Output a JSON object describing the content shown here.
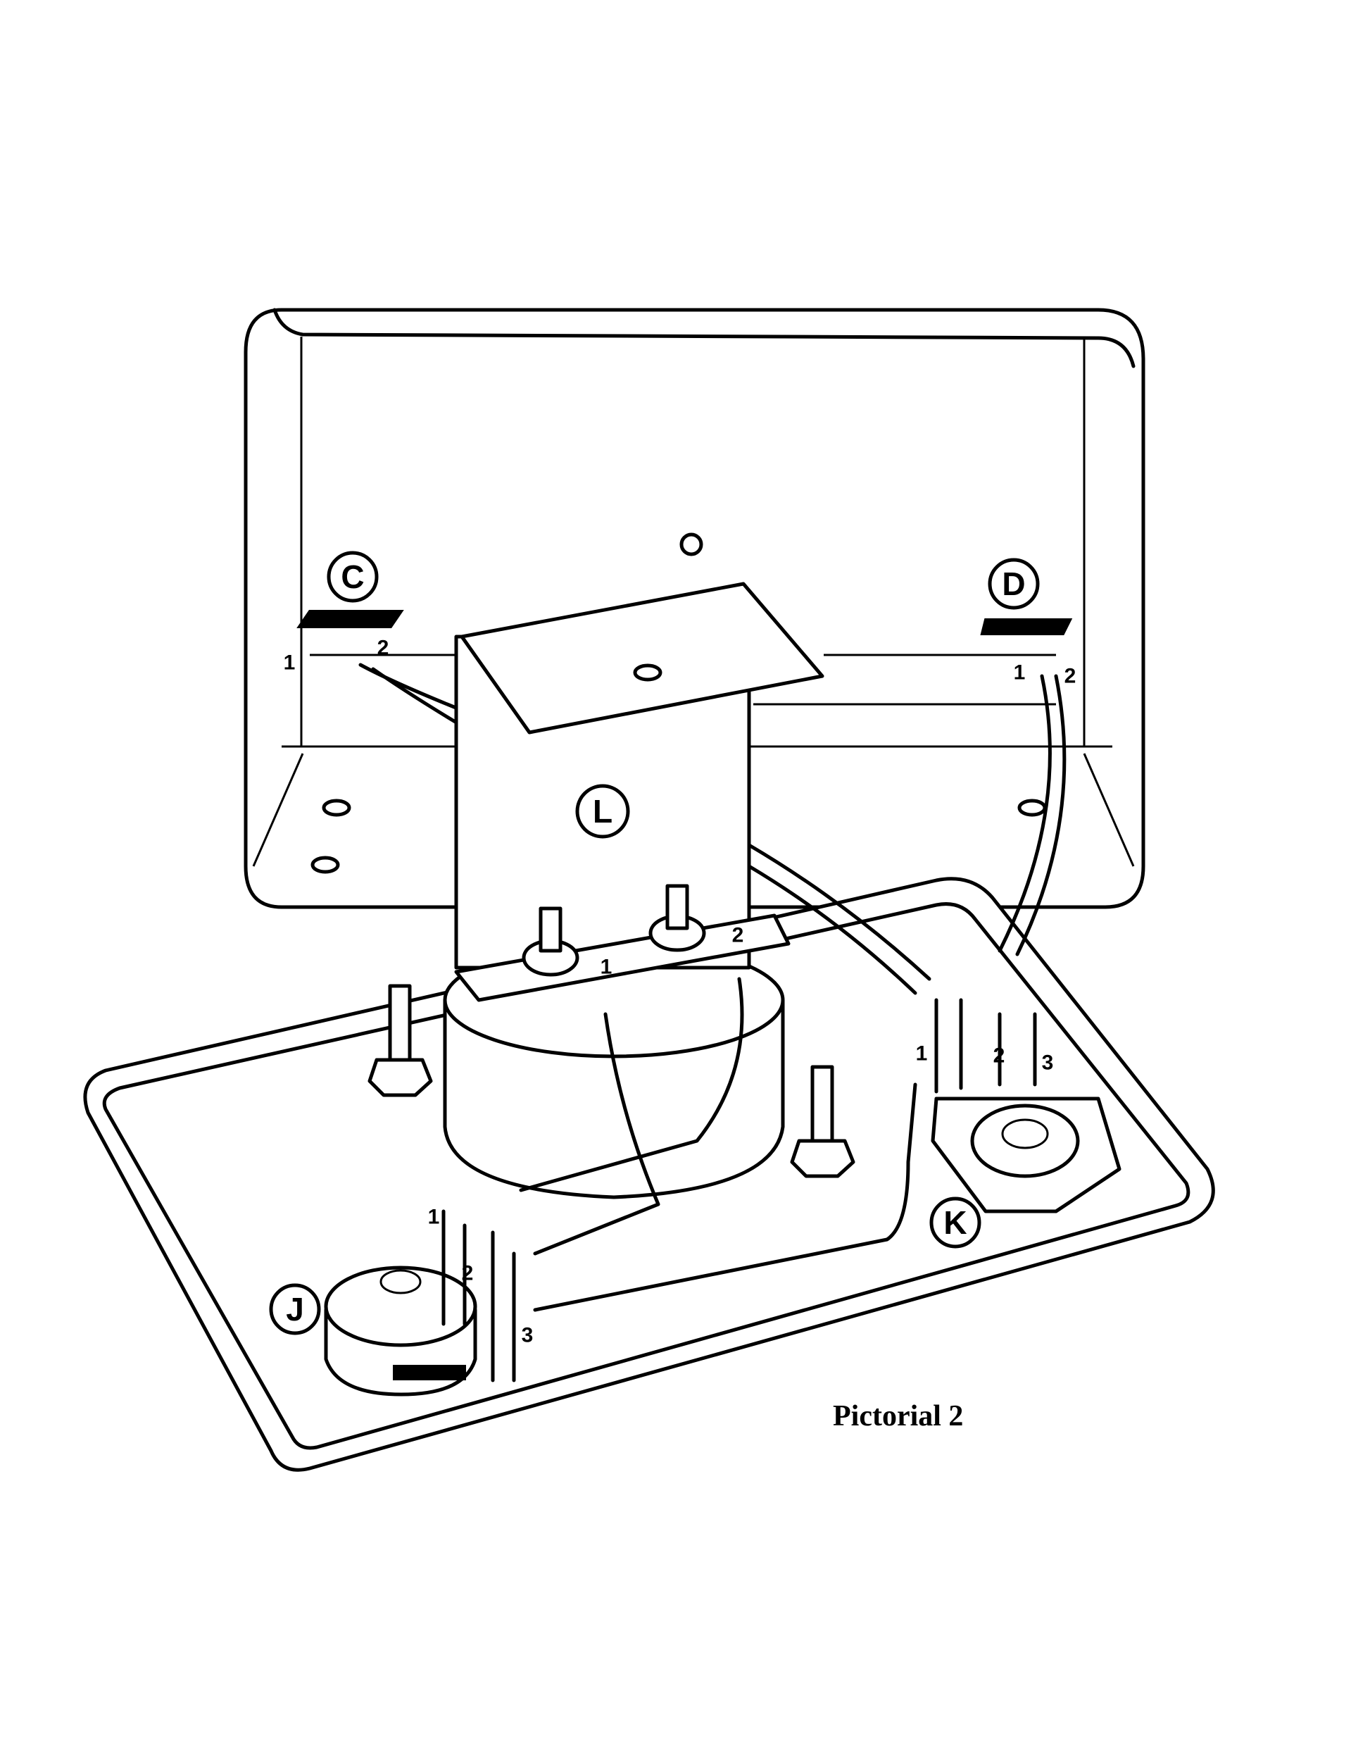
{
  "caption": "Pictorial 2",
  "part_labels": {
    "C": "C",
    "D": "D",
    "L": "L",
    "J": "J",
    "K": "K"
  },
  "terminal_numbers": {
    "C": [
      "1",
      "2"
    ],
    "D": [
      "1",
      "2"
    ],
    "L": [
      "1",
      "2"
    ],
    "J": [
      "1",
      "2",
      "3"
    ],
    "K": [
      "1",
      "2",
      "3"
    ]
  }
}
